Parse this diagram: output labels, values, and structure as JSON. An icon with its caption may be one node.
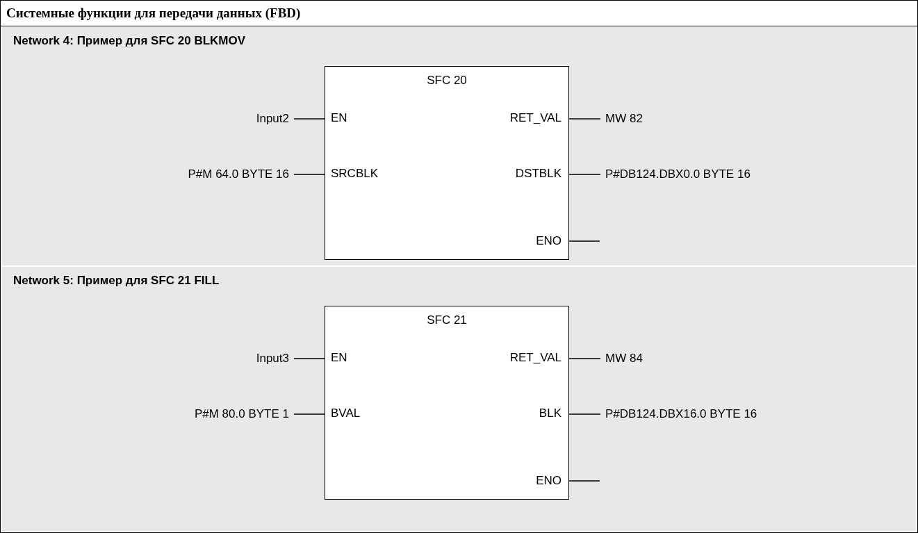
{
  "diagram": {
    "title": "Системные функции для передачи данных (FBD)",
    "nodes": [
      {
        "text": [
          "Network 4: Пример для SFC 20 BLKMOV"
        ]
      },
      {
        "text": [
          "SFC 20",
          "EN",
          "RET_VAL",
          "SRCBLK",
          "DSTBLK",
          "ENO"
        ],
        "in": 0
      },
      {
        "text": [
          "Input2"
        ],
        "in": 0
      },
      {
        "text": [
          "P#M 64.0 BYTE 16"
        ],
        "in": 0
      },
      {
        "text": [
          "MW 82"
        ],
        "in": 0
      },
      {
        "text": [
          "P#DB124.DBX0.0 BYTE 16"
        ],
        "in": 0
      },
      {
        "text": [
          "Network 5: Пример для SFC 21 FILL"
        ]
      },
      {
        "text": [
          "SFC 21",
          "EN",
          "RET_VAL",
          "BVAL",
          "BLK",
          "ENO"
        ],
        "in": 6
      },
      {
        "text": [
          "Input3"
        ],
        "in": 6
      },
      {
        "text": [
          "P#M 80.0 BYTE 1"
        ],
        "in": 6
      },
      {
        "text": [
          "MW 84"
        ],
        "in": 6
      },
      {
        "text": [
          "P#DB124.DBX16.0 BYTE 16"
        ],
        "in": 6
      }
    ],
    "edges": [
      {
        "from": 2,
        "to": 1,
        "arrow": "none"
      },
      {
        "from": 3,
        "to": 1,
        "arrow": "none"
      },
      {
        "from": 1,
        "to": 4,
        "arrow": "none"
      },
      {
        "from": 1,
        "to": 5,
        "arrow": "none"
      },
      {
        "from": 1,
        "to": null,
        "arrow": "none"
      },
      {
        "from": 8,
        "to": 7,
        "arrow": "none"
      },
      {
        "from": 9,
        "to": 7,
        "arrow": "none"
      },
      {
        "from": 7,
        "to": 10,
        "arrow": "none"
      },
      {
        "from": 7,
        "to": 11,
        "arrow": "none"
      },
      {
        "from": 7,
        "to": null,
        "arrow": "none"
      }
    ]
  }
}
